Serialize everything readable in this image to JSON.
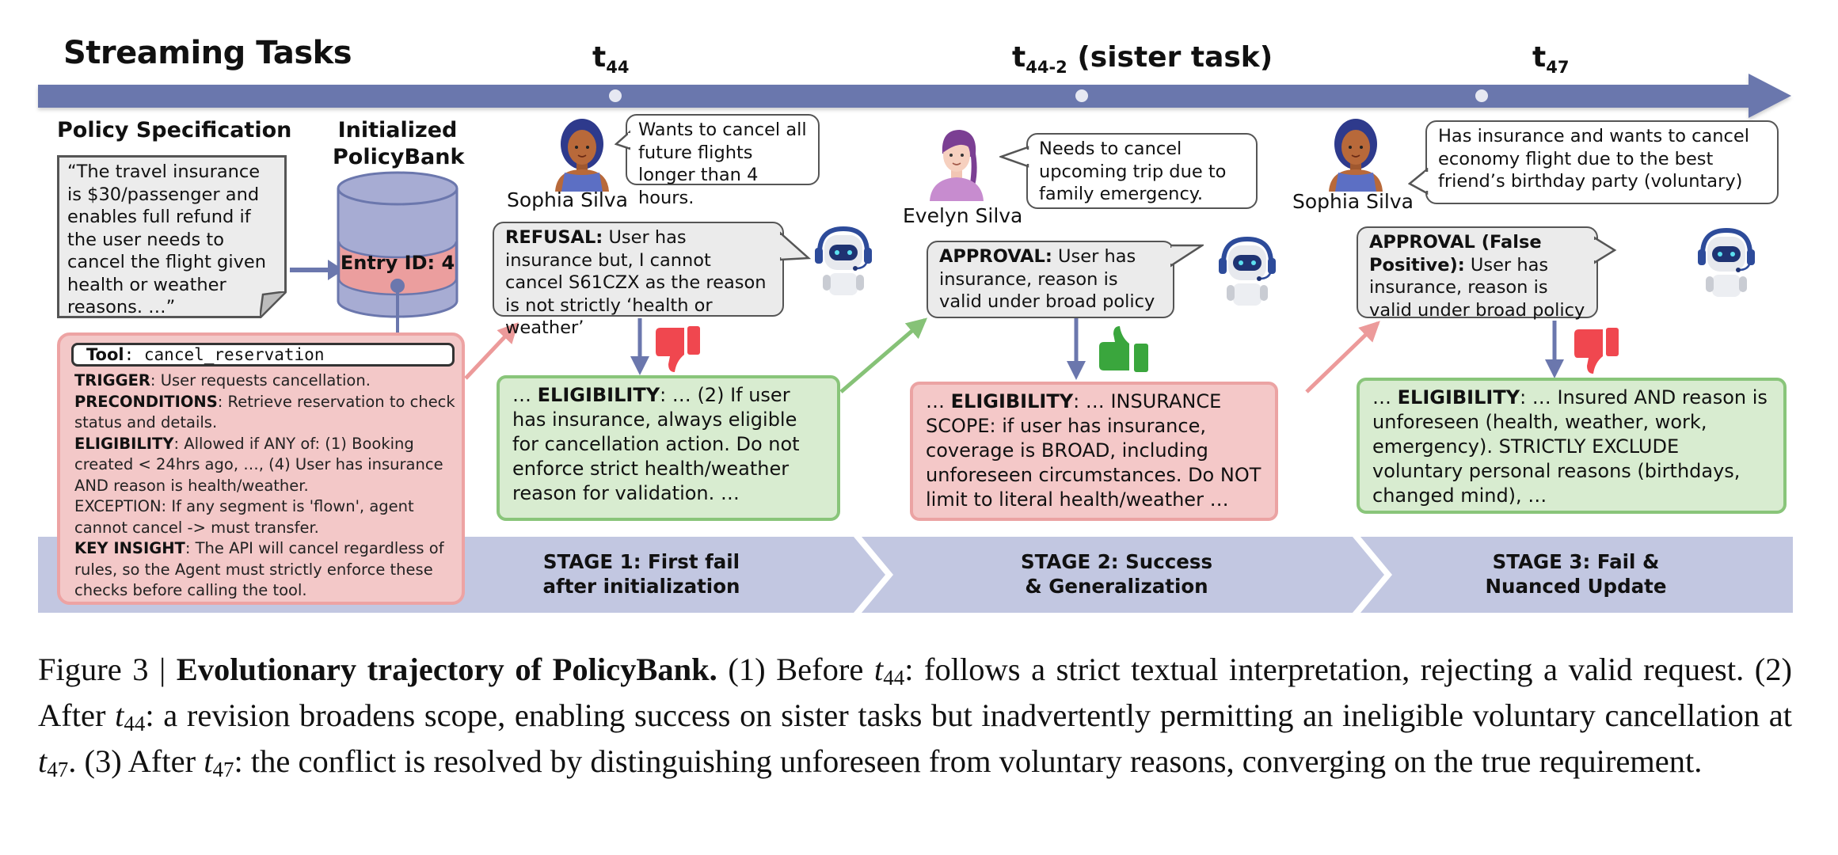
{
  "figure": {
    "title": "Streaming Tasks",
    "timeline": {
      "markers": [
        {
          "t": "t",
          "sub": "44",
          "suffix": ""
        },
        {
          "t": "t",
          "sub": "44-2",
          "suffix": " (sister task)"
        },
        {
          "t": "t",
          "sub": "47",
          "suffix": ""
        }
      ],
      "color": "#6b77ad"
    },
    "policy_spec": {
      "heading": "Policy Specification",
      "text": "“The travel insurance is $30/passenger and enables full refund if the user needs to cancel the flight given health or weather reasons. …”"
    },
    "policybank": {
      "heading_line1": "Initialized",
      "heading_line2": "PolicyBank",
      "entry_label": "Entry ID: 4"
    },
    "tool_card": {
      "tool_key": "Tool",
      "tool_name": "cancel_reservation",
      "lines": [
        {
          "key": "TRIGGER",
          "text": ": User requests cancellation."
        },
        {
          "key": "PRECONDITIONS",
          "text": ": Retrieve reservation to check status and details."
        },
        {
          "key": "ELIGIBILITY",
          "text": ": Allowed if ANY of: (1) Booking created < 24hrs ago, …, (4) User has insurance AND reason is health/weather."
        },
        {
          "key": "",
          "text": "EXCEPTION: If any segment is 'flown', agent cannot cancel -> must transfer."
        },
        {
          "key": "KEY INSIGHT",
          "text": ": The API will cancel regardless of rules, so the Agent must strictly enforce these checks before calling the tool."
        }
      ]
    },
    "stages": [
      {
        "user_name": "Sophia Silva",
        "user_request": "Wants to cancel all future flights longer than 4 hours.",
        "agent_key": "REFUSAL:",
        "agent_text": " User has insurance but, I cannot cancel S61CZX as the reason is not strictly ‘health or weather’",
        "feedback": "thumbs-down",
        "policy_key": "ELIGIBILITY",
        "policy_prefix": "… ",
        "policy_text": ": … (2) If user has insurance, always eligible for cancellation action. Do not enforce strict health/weather reason for validation. …",
        "policy_color": "green",
        "stage_line1": "STAGE 1: First fail",
        "stage_line2": "after initialization"
      },
      {
        "user_name": "Evelyn Silva",
        "user_request": "Needs to cancel upcoming trip due to family emergency.",
        "agent_key": "APPROVAL:",
        "agent_text": " User has insurance, reason is valid under broad policy",
        "feedback": "thumbs-up",
        "policy_key": "ELIGIBILITY",
        "policy_prefix": "… ",
        "policy_text": ": … INSURANCE SCOPE: if user has insurance, coverage is BROAD, including unforeseen circumstances. Do NOT limit to literal health/weather …",
        "policy_color": "red",
        "stage_line1": "STAGE 2: Success",
        "stage_line2": "& Generalization"
      },
      {
        "user_name": "Sophia Silva",
        "user_request": "Has insurance and wants to cancel economy flight due to the best friend’s birthday party (voluntary)",
        "agent_key": "APPROVAL (False Positive):",
        "agent_text": " User has insurance, reason is valid under broad policy",
        "feedback": "thumbs-down",
        "policy_key": "ELIGIBILITY",
        "policy_prefix": "… ",
        "policy_text": ": … Insured AND reason is unforeseen (health, weather, work, emergency). STRICTLY EXCLUDE voluntary personal reasons (birthdays, changed mind), …",
        "policy_color": "green",
        "stage_line1": "STAGE 3: Fail &",
        "stage_line2": "Nuanced Update"
      }
    ],
    "colors": {
      "timeline": "#6b77ad",
      "stage_band": "#c2c7e1",
      "green_box": "#d8ecd0",
      "green_border": "#89c57a",
      "red_box": "#f4c8c8",
      "red_border": "#eba3a3",
      "thumbs_down": "#f0474f",
      "thumbs_up": "#3aa63d",
      "arrow_red": "#ec9a9a",
      "arrow_green": "#86c277"
    }
  },
  "caption": {
    "label": "Figure 3 | ",
    "bold": "Evolutionary trajectory of PolicyBank.",
    "p1": "  (1) Before ",
    "t44a": "t",
    "t44a_sub": "44",
    "p2": ": follows a strict textual interpretation, rejecting a valid request.  (2) After ",
    "t44b": "t",
    "t44b_sub": "44",
    "p3": ":  a revision broadens scope, enabling success on sister tasks but inadvertently permitting an ineligible voluntary cancellation at ",
    "t47a": "t",
    "t47a_sub": "47",
    "p4": ". (3) After ",
    "t47b": "t",
    "t47b_sub": "47",
    "p5": ": the conflict is resolved by distinguishing unforeseen from voluntary reasons, converging on the true requirement."
  }
}
